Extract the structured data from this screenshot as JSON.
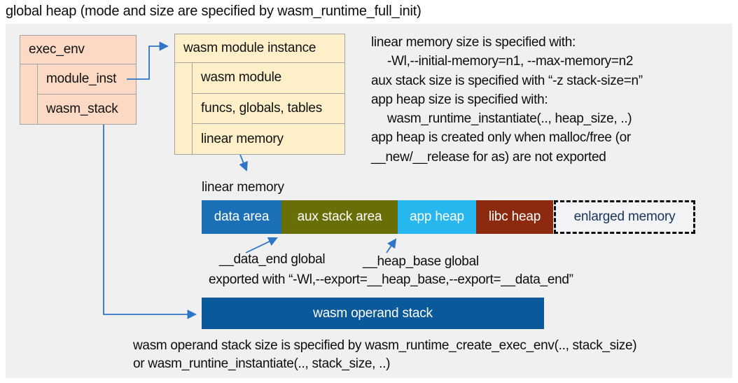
{
  "title": "global heap (mode and size are specified by wasm_runtime_full_init)",
  "exec_env_box": {
    "title": "exec_env",
    "rows": [
      "module_inst",
      "wasm_stack"
    ]
  },
  "instance_box": {
    "title": "wasm module instance",
    "rows": [
      "wasm module",
      "funcs, globals, tables",
      "linear memory"
    ]
  },
  "info": {
    "lines": [
      "linear memory size is specified with:",
      "-Wl,--initial-memory=n1, --max-memory=n2",
      "aux stack size is specified with “-z stack-size=n”",
      "app heap size is specified with:",
      "wasm_runtime_instantiate(.., heap_size, ..)",
      "app heap is created only when malloc/free (or",
      "__new/__release for as) are not exported"
    ]
  },
  "linear_memory_label": "linear memory",
  "memory_bar": {
    "segments": [
      {
        "label": "data area",
        "color": "#1b70b5"
      },
      {
        "label": "aux stack area",
        "color": "#6a6e06"
      },
      {
        "label": "app heap",
        "color": "#27b7ef"
      },
      {
        "label": "libc heap",
        "color": "#8b2a0e"
      }
    ],
    "enlarged": {
      "label": "enlarged memory",
      "text_color": "#16355c"
    }
  },
  "annotations": {
    "data_end": "__data_end global",
    "heap_base": "__heap_base global",
    "exported": "exported with “-Wl,--export=__heap_base,--export=__data_end”"
  },
  "operand_stack": {
    "label": "wasm operand stack",
    "color": "#0a5a9b"
  },
  "footer": {
    "line1": "wasm operand stack size is specified by wasm_runtime_create_exec_env(.., stack_size)",
    "line2": "or wasm_runtine_instantiate(.., stack_size, ..)"
  },
  "colors": {
    "canvas_background": "#f0f0f1",
    "exec_env_fill": "#fbd9c4",
    "instance_fill": "#fdf0c9",
    "box_border": "#a3a3a3",
    "connector_blue": "#2e75c6"
  }
}
